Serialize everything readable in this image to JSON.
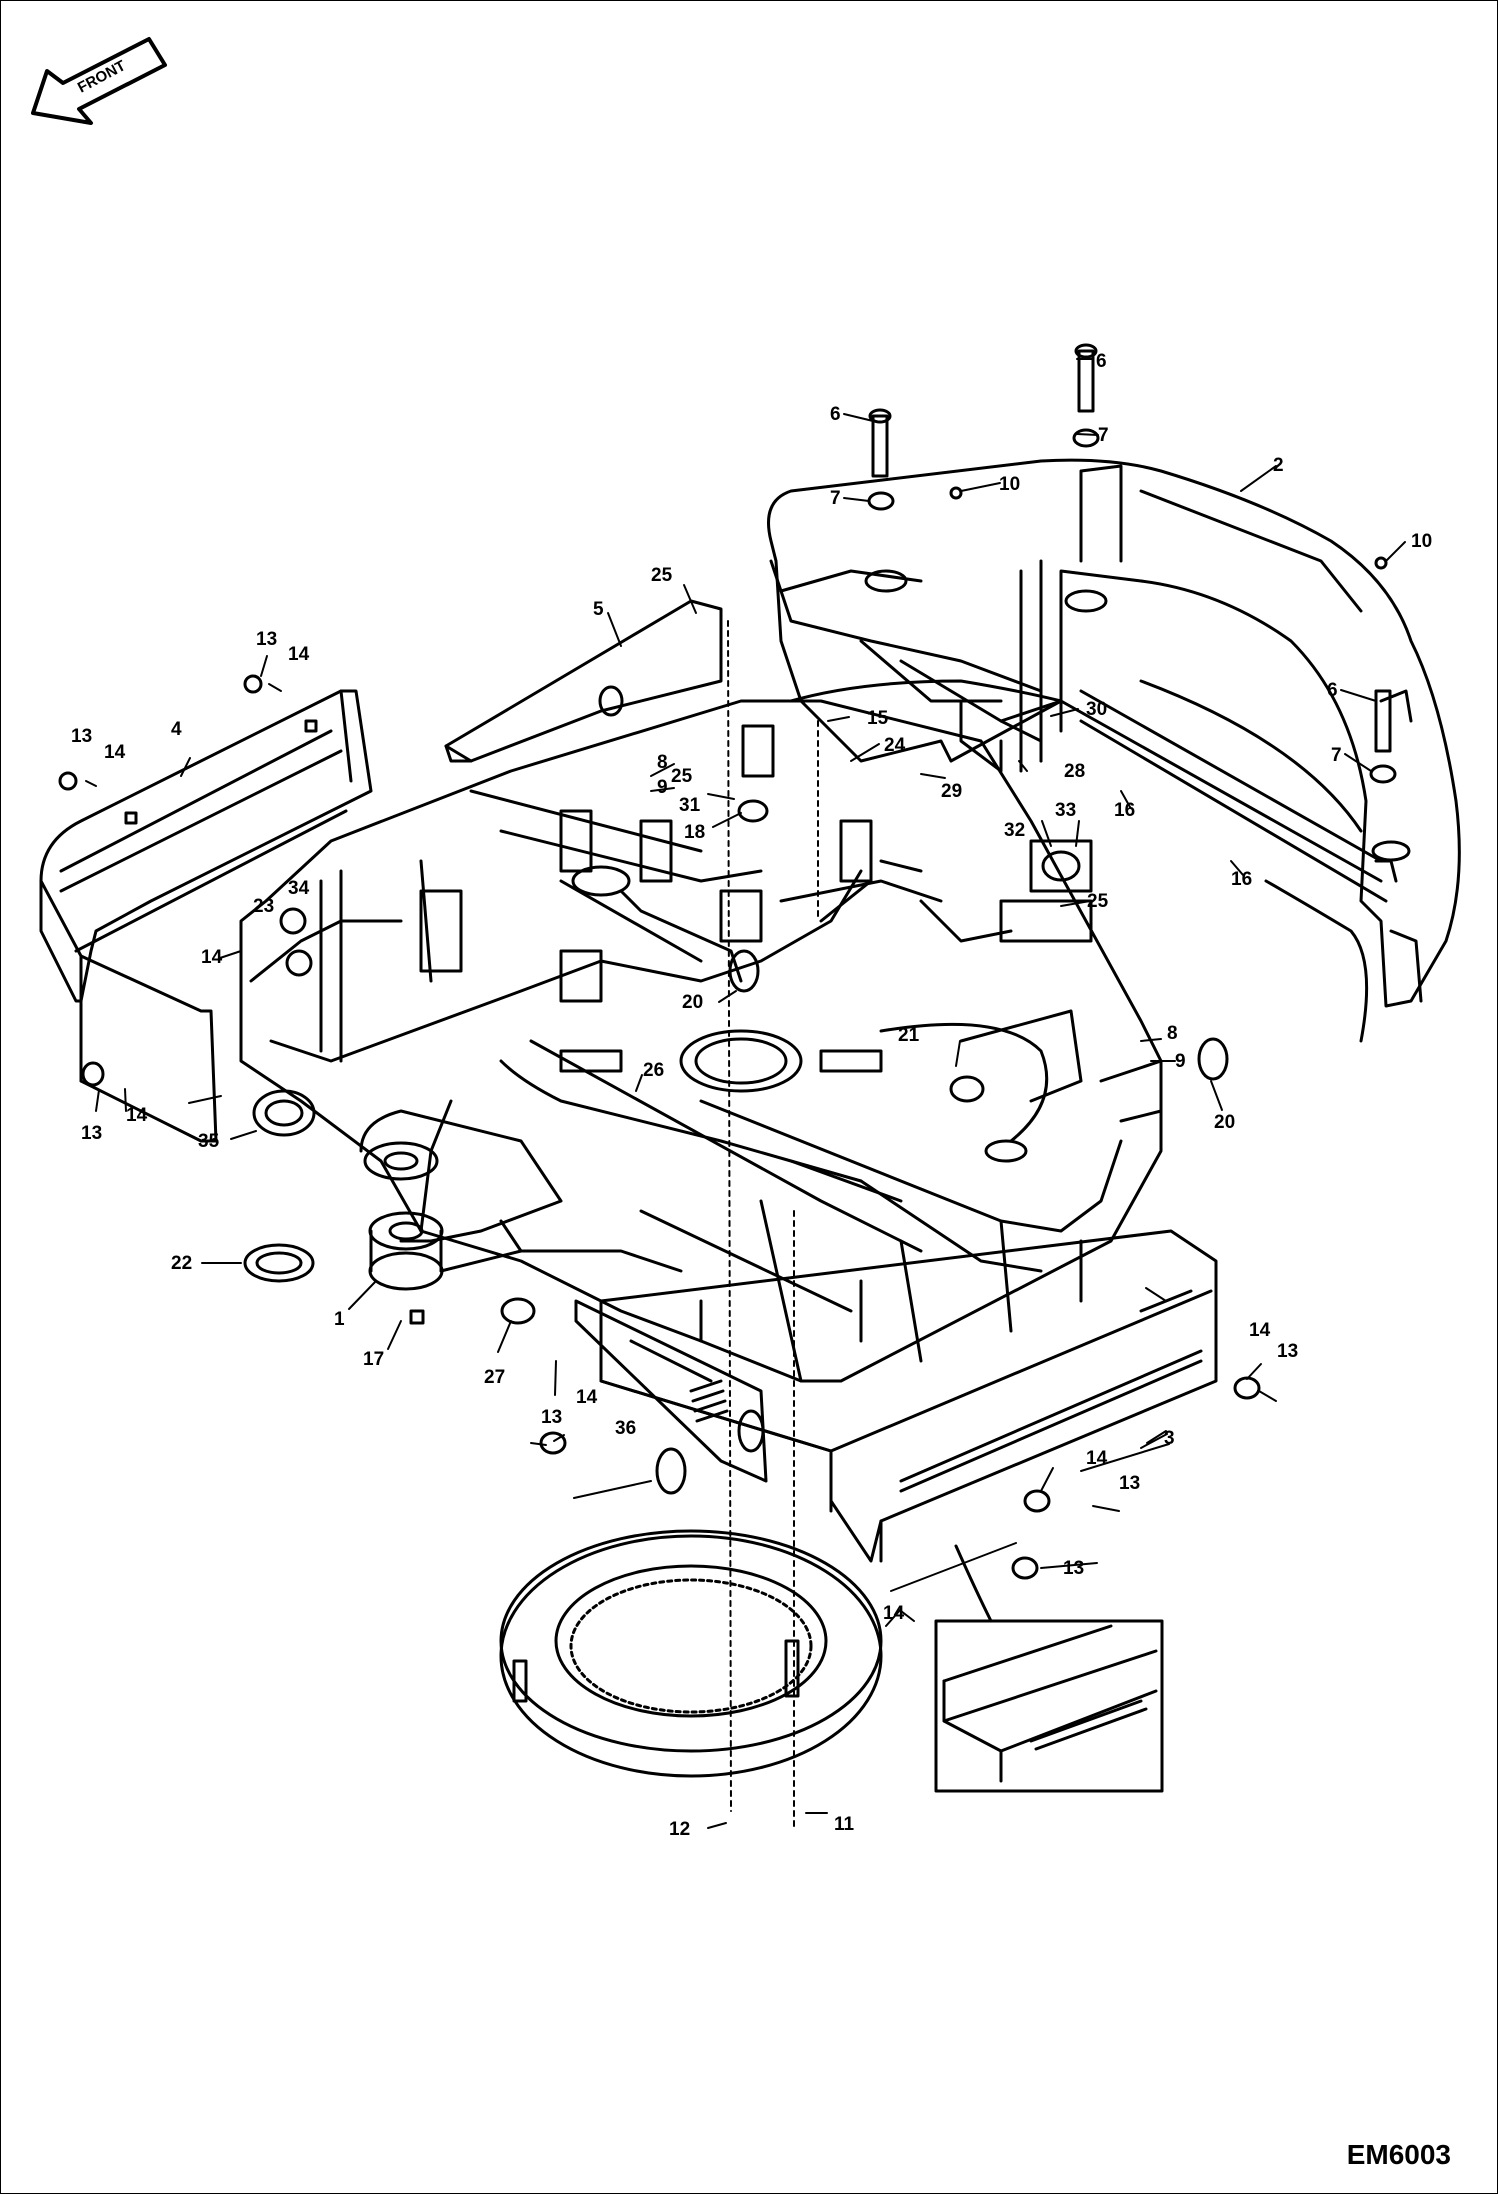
{
  "front_label": "FRONT",
  "figure_ref": "EM6003",
  "callouts": [
    {
      "id": "c6a",
      "label": "6"
    },
    {
      "id": "c7a",
      "label": "7"
    },
    {
      "id": "c6b",
      "label": "6"
    },
    {
      "id": "c7b",
      "label": "7"
    },
    {
      "id": "c10a",
      "label": "10"
    },
    {
      "id": "c2",
      "label": "2"
    },
    {
      "id": "c10b",
      "label": "10"
    },
    {
      "id": "c6c",
      "label": "6"
    },
    {
      "id": "c7c",
      "label": "7"
    },
    {
      "id": "c25a",
      "label": "25"
    },
    {
      "id": "c5",
      "label": "5"
    },
    {
      "id": "c15",
      "label": "15"
    },
    {
      "id": "c24",
      "label": "24"
    },
    {
      "id": "c30",
      "label": "30"
    },
    {
      "id": "c29",
      "label": "29"
    },
    {
      "id": "c28",
      "label": "28"
    },
    {
      "id": "c8a",
      "label": "8"
    },
    {
      "id": "c9a",
      "label": "9"
    },
    {
      "id": "c25b",
      "label": "25"
    },
    {
      "id": "c31",
      "label": "31"
    },
    {
      "id": "c18",
      "label": "18"
    },
    {
      "id": "c16a",
      "label": "16"
    },
    {
      "id": "c16b",
      "label": "16"
    },
    {
      "id": "c32",
      "label": "32"
    },
    {
      "id": "c33",
      "label": "33"
    },
    {
      "id": "c25c",
      "label": "25"
    },
    {
      "id": "c13a",
      "label": "13"
    },
    {
      "id": "c14a",
      "label": "14"
    },
    {
      "id": "c4",
      "label": "4"
    },
    {
      "id": "c13b",
      "label": "13"
    },
    {
      "id": "c14b",
      "label": "14"
    },
    {
      "id": "c23",
      "label": "23"
    },
    {
      "id": "c34",
      "label": "34"
    },
    {
      "id": "c14c",
      "label": "14"
    },
    {
      "id": "c20a",
      "label": "20"
    },
    {
      "id": "c21",
      "label": "21"
    },
    {
      "id": "c8b",
      "label": "8"
    },
    {
      "id": "c9b",
      "label": "9"
    },
    {
      "id": "c20b",
      "label": "20"
    },
    {
      "id": "c13c",
      "label": "13"
    },
    {
      "id": "c14d",
      "label": "14"
    },
    {
      "id": "c35",
      "label": "35"
    },
    {
      "id": "c26",
      "label": "26"
    },
    {
      "id": "c22",
      "label": "22"
    },
    {
      "id": "c1",
      "label": "1"
    },
    {
      "id": "c17",
      "label": "17"
    },
    {
      "id": "c27",
      "label": "27"
    },
    {
      "id": "c13d",
      "label": "13"
    },
    {
      "id": "c14e",
      "label": "14"
    },
    {
      "id": "c36",
      "label": "36"
    },
    {
      "id": "c14f",
      "label": "14"
    },
    {
      "id": "c13e",
      "label": "13"
    },
    {
      "id": "c3",
      "label": "3"
    },
    {
      "id": "c14g",
      "label": "14"
    },
    {
      "id": "c13f",
      "label": "13"
    },
    {
      "id": "c13g",
      "label": "13"
    },
    {
      "id": "c14h",
      "label": "14"
    },
    {
      "id": "c12",
      "label": "12"
    },
    {
      "id": "c11",
      "label": "11"
    }
  ]
}
